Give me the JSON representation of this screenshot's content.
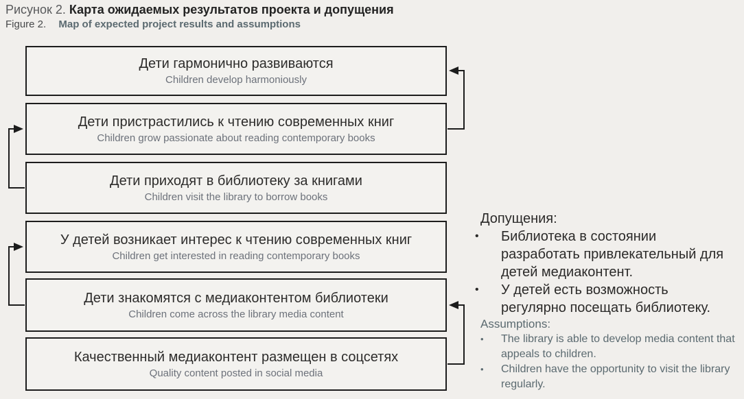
{
  "title": {
    "ru_label": "Рисунок 2.",
    "ru_text": "Карта ожидаемых результатов проекта и допущения",
    "en_label": "Figure 2.",
    "en_text": "Map of expected project results and assumptions"
  },
  "boxes": [
    {
      "ru": "Дети гармонично развиваются",
      "en": "Children develop harmoniously"
    },
    {
      "ru": "Дети пристрастились к чтению современных книг",
      "en": "Children grow passionate about reading contemporary books"
    },
    {
      "ru": "Дети приходят в библиотеку за книгами",
      "en": "Children visit the library to borrow books"
    },
    {
      "ru": "У детей возникает интерес к чтению современных книг",
      "en": "Children get interested in reading contemporary books"
    },
    {
      "ru": "Дети знакомятся с медиаконтентом библиотеки",
      "en": "Children come across the library media content"
    },
    {
      "ru": "Качественный медиаконтент размещен в соцсетях",
      "en": "Quality content posted in social media"
    }
  ],
  "assumptions": {
    "ru_heading": "Допущения:",
    "ru_bullet_marker": "•",
    "ru_items": [
      "Библиотека в состоянии разработать привлекательный для детей медиаконтент.",
      "У детей есть возможность регулярно посещать библиотеку."
    ],
    "en_heading": "Assumptions:",
    "en_bullet_marker": "•",
    "en_items": [
      "The library is able to develop media content that appeals to children.",
      "Children have the opportunity to visit the library regularly."
    ]
  },
  "colors": {
    "background": "#f1efec",
    "box_fill": "#f3f2ef",
    "box_border": "#1c1c1c",
    "connector": "#1c1c1c",
    "ru_text": "#2d2c2b",
    "en_subtext": "#6c717a",
    "teal_text": "#5b6a70",
    "title_gray": "#58595b"
  }
}
